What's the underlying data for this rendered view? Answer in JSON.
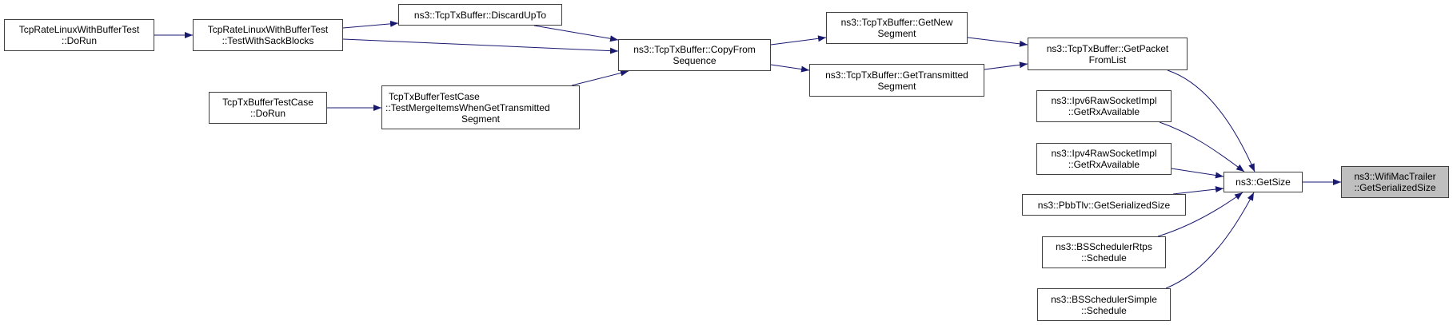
{
  "diagram": {
    "type": "call-graph",
    "colors": {
      "edge": "#191970",
      "node_border": "#404040",
      "highlight_fill": "#bfbfbf",
      "node_fill": "#ffffff"
    },
    "nodes": {
      "rate_dorun": {
        "lines": [
          "TcpRateLinuxWithBufferTest",
          "::DoRun"
        ]
      },
      "rate_sack": {
        "lines": [
          "TcpRateLinuxWithBufferTest",
          "::TestWithSackBlocks"
        ]
      },
      "txcase_dorun": {
        "lines": [
          "TcpTxBufferTestCase",
          "::DoRun"
        ]
      },
      "discard": {
        "lines": [
          "ns3::TcpTxBuffer::DiscardUpTo"
        ]
      },
      "merge": {
        "lines": [
          "TcpTxBufferTestCase",
          "::TestMergeItemsWhenGetTransmitted",
          "Segment"
        ]
      },
      "copyfrom": {
        "lines": [
          "ns3::TcpTxBuffer::CopyFrom",
          "Sequence"
        ]
      },
      "getnew": {
        "lines": [
          "ns3::TcpTxBuffer::GetNew",
          "Segment"
        ]
      },
      "gettx": {
        "lines": [
          "ns3::TcpTxBuffer::GetTransmitted",
          "Segment"
        ]
      },
      "getpacket": {
        "lines": [
          "ns3::TcpTxBuffer::GetPacket",
          "FromList"
        ]
      },
      "ipv6": {
        "lines": [
          "ns3::Ipv6RawSocketImpl",
          "::GetRxAvailable"
        ]
      },
      "ipv4": {
        "lines": [
          "ns3::Ipv4RawSocketImpl",
          "::GetRxAvailable"
        ]
      },
      "pbbtlv": {
        "lines": [
          "ns3::PbbTlv::GetSerializedSize"
        ]
      },
      "rtps": {
        "lines": [
          "ns3::BSSchedulerRtps",
          "::Schedule"
        ]
      },
      "simple": {
        "lines": [
          "ns3::BSSchedulerSimple",
          "::Schedule"
        ]
      },
      "getsize": {
        "lines": [
          "ns3::GetSize"
        ]
      },
      "wifi": {
        "lines": [
          "ns3::WifiMacTrailer",
          "::GetSerializedSize"
        ]
      }
    },
    "edges": [
      [
        "rate_dorun",
        "rate_sack"
      ],
      [
        "rate_sack",
        "discard"
      ],
      [
        "rate_sack",
        "copyfrom"
      ],
      [
        "discard",
        "copyfrom"
      ],
      [
        "txcase_dorun",
        "merge"
      ],
      [
        "merge",
        "copyfrom"
      ],
      [
        "copyfrom",
        "getnew"
      ],
      [
        "copyfrom",
        "gettx"
      ],
      [
        "getnew",
        "getpacket"
      ],
      [
        "gettx",
        "getpacket"
      ],
      [
        "getpacket",
        "getsize"
      ],
      [
        "ipv6",
        "getsize"
      ],
      [
        "ipv4",
        "getsize"
      ],
      [
        "pbbtlv",
        "getsize"
      ],
      [
        "rtps",
        "getsize"
      ],
      [
        "simple",
        "getsize"
      ],
      [
        "getsize",
        "wifi"
      ]
    ]
  }
}
